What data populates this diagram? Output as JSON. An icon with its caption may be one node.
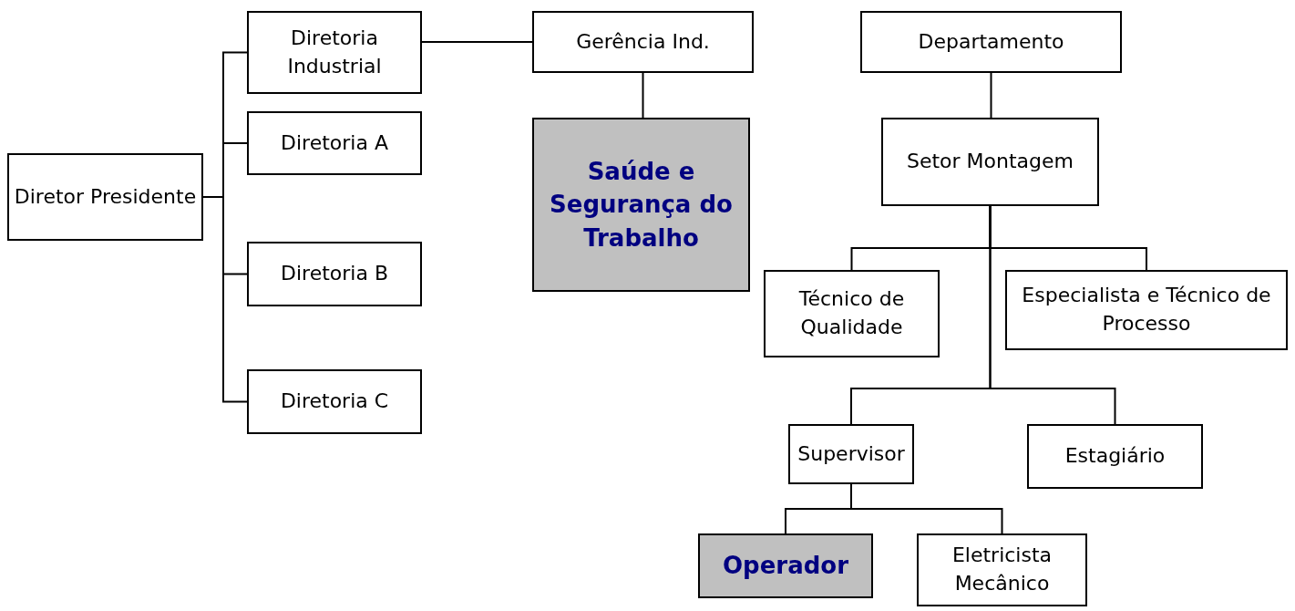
{
  "diagram": {
    "nodes": [
      {
        "text": [
          "Diretor Presidente"
        ]
      },
      {
        "text": [
          "Diretoria Industrial"
        ]
      },
      {
        "text": [
          "Diretoria A"
        ]
      },
      {
        "text": [
          "Diretoria B"
        ]
      },
      {
        "text": [
          "Diretoria C"
        ]
      },
      {
        "text": [
          "Gerência Ind."
        ]
      },
      {
        "text": [
          "Saúde e Segurança do Trabalho"
        ]
      },
      {
        "text": [
          "Departamento"
        ]
      },
      {
        "text": [
          "Setor Montagem"
        ]
      },
      {
        "text": [
          "Técnico de Qualidade"
        ]
      },
      {
        "text": [
          "Especialista e Técnico de Processo"
        ]
      },
      {
        "text": [
          "Supervisor"
        ]
      },
      {
        "text": [
          "Estagiário"
        ]
      },
      {
        "text": [
          "Operador"
        ]
      },
      {
        "text": [
          "Eletricista Mecânico"
        ]
      }
    ],
    "edges": [
      {
        "from": 0,
        "to": 1,
        "arrow": "none"
      },
      {
        "from": 0,
        "to": 2,
        "arrow": "none"
      },
      {
        "from": 0,
        "to": 3,
        "arrow": "none"
      },
      {
        "from": 0,
        "to": 4,
        "arrow": "none"
      },
      {
        "from": 1,
        "to": 5,
        "arrow": "none"
      },
      {
        "from": 5,
        "to": 6,
        "arrow": "none"
      },
      {
        "from": 7,
        "to": 8,
        "arrow": "none"
      },
      {
        "from": 8,
        "to": 9,
        "arrow": "none"
      },
      {
        "from": 8,
        "to": 10,
        "arrow": "none"
      },
      {
        "from": 8,
        "to": 11,
        "arrow": "none"
      },
      {
        "from": 8,
        "to": 12,
        "arrow": "none"
      },
      {
        "from": 11,
        "to": 13,
        "arrow": "none"
      },
      {
        "from": 11,
        "to": 14,
        "arrow": "none"
      }
    ]
  }
}
